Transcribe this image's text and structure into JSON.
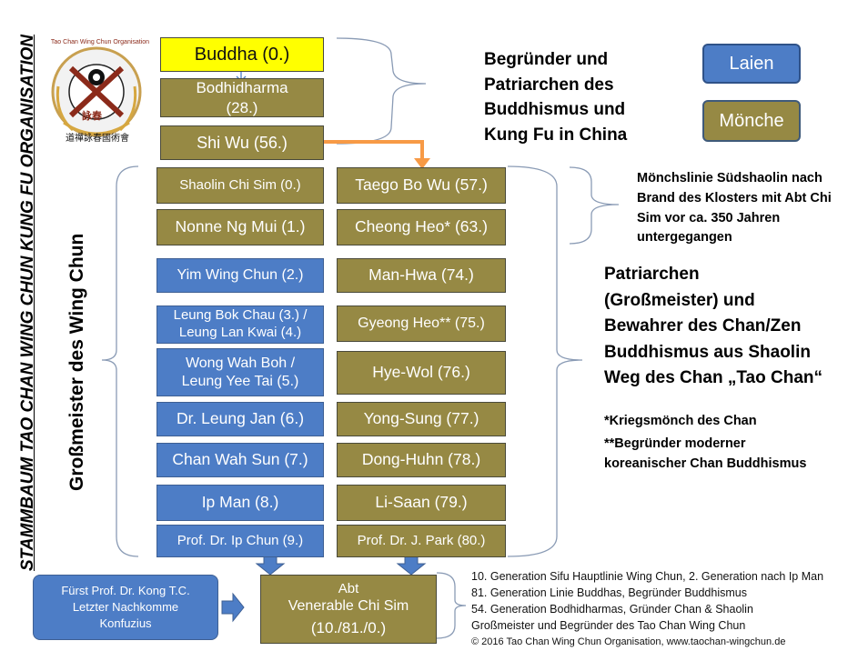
{
  "vertical_title": "STAMMBAUM TAO CHAN WING CHUN KUNG FU ORGANISATION",
  "side_label": "Großmeister des  Wing Chun",
  "logo": {
    "ring_text": "Tao Chan Wing Chun Organisation",
    "chinese_center": "詠春",
    "chinese_bottom": "道禪詠春國術會",
    "icon": "yin-yang-crossed-sticks-emblem"
  },
  "lineage_top": {
    "buddha": "Buddha (0.)",
    "bodhidharma": "Bodhidharma\n(28.)",
    "shiwu": "Shi Wu (56.)"
  },
  "left_column": [
    "Shaolin Chi Sim (0.)",
    "Nonne Ng Mui (1.)",
    "Yim Wing Chun (2.)",
    "Leung Bok Chau (3.) /\nLeung Lan Kwai (4.)",
    "Wong Wah Boh /\nLeung Yee Tai (5.)",
    "Dr. Leung Jan (6.)",
    "Chan Wah Sun (7.)",
    "Ip Man (8.)",
    "Prof. Dr. Ip Chun (9.)"
  ],
  "right_column": [
    "Taego Bo Wu (57.)",
    "Cheong Heo* (63.)",
    "Man-Hwa (74.)",
    "Gyeong Heo** (75.)",
    "Hye-Wol (76.)",
    "Yong-Sung (77.)",
    "Dong-Huhn (78.)",
    "Li-Saan (79.)",
    "Prof. Dr. J. Park (80.)"
  ],
  "headings": {
    "founders": "Begründer und\nPatriarchen des\nBuddhismus und\nKung Fu in China",
    "patriarchs": "Patriarchen\n(Großmeister) und\nBewahrer des Chan/Zen\nBuddhismus aus Shaolin\nWeg des Chan „Tao Chan“",
    "south_shaolin": "Mönchslinie Südshaolin nach\nBrand des Klosters mit Abt Chi\nSim vor ca. 350 Jahren\nuntergegangen"
  },
  "footnotes": {
    "note1": "*Kriegsmönch des Chan",
    "note2": "**Begründer moderner\nkoreanischer Chan Buddhismus"
  },
  "legend": {
    "laien": "Laien",
    "moenche": "Mönche"
  },
  "abt": {
    "line1": "Abt",
    "line2": "Venerable Chi Sim",
    "line3": "(10./81./0.)"
  },
  "kong": "Fürst Prof. Dr. Kong  T.C.\nLetzter Nachkomme\nKonfuzius",
  "generations": [
    "10. Generation Sifu Hauptlinie Wing Chun, 2. Generation nach Ip Man",
    "81. Generation Linie Buddhas, Begründer Buddhismus",
    "54. Generation Bodhidharmas, Gründer Chan & Shaolin",
    "Großmeister und Begründer des Tao Chan Wing Chun"
  ],
  "copyright": "© 2016 Tao Chan Wing Chun Organisation, www.taochan-wingchun.de",
  "colors": {
    "olive": "#968944",
    "blue": "#4d7dc6",
    "yellow": "#ffff00",
    "orange_arrow": "#f79a46"
  }
}
